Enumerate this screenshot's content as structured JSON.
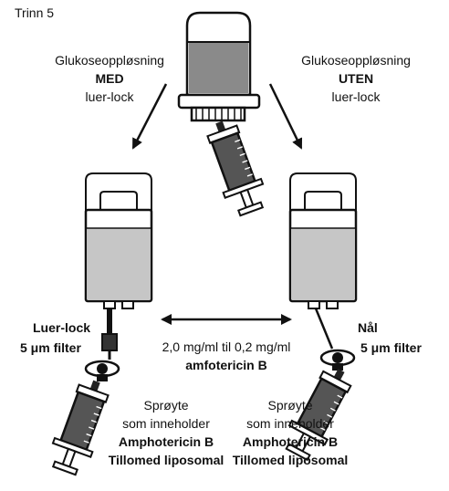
{
  "step": "Trinn 5",
  "left": {
    "solution": "Glukoseoppløsning",
    "mode": "MED",
    "connector": "luer-lock",
    "line_label": "Luer-lock",
    "filter": "5 μm filter"
  },
  "right": {
    "solution": "Glukoseoppløsning",
    "mode": "UTEN",
    "connector": "luer-lock",
    "line_label": "Nål",
    "filter": "5 μm filter"
  },
  "concentration": {
    "range": "2,0 mg/ml til 0,2 mg/ml",
    "drug": "amfotericin B"
  },
  "syringe_note": {
    "line1": "Sprøyte",
    "line2": "som inneholder",
    "line3": "Amphotericin B",
    "line4": "Tillomed liposomal"
  },
  "colors": {
    "liquid": "#c6c6c6",
    "drug": "#555555",
    "ink": "#111111"
  }
}
